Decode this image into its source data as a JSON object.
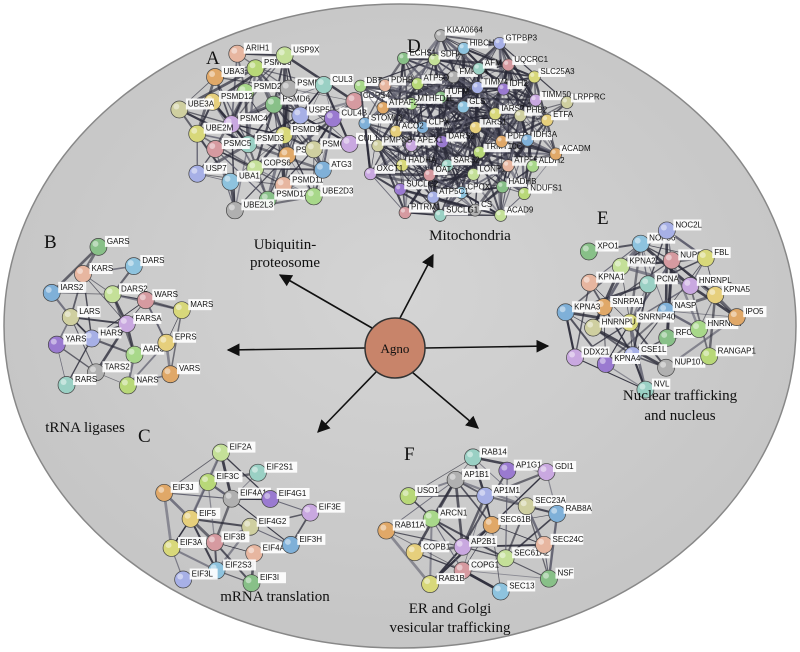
{
  "center": {
    "label": "Agno",
    "fill": "#c8846a"
  },
  "background_fill": "#c9c9c9",
  "clusters": [
    {
      "id": "A",
      "letter": "A",
      "title": [
        "Ubiquitin-",
        "proteosome"
      ],
      "nodes": [
        "PSMD9",
        "PSMD3",
        "PSMD6",
        "PSMD1",
        "PSMC4",
        "USP5",
        "COPS6",
        "PSMD2",
        "PSMC2",
        "PSMC5",
        "PSMD14",
        "PSMD11",
        "PSMD12",
        "CUL4B",
        "UBA1",
        "PSMC6",
        "ATG3",
        "UBE2M",
        "CUL3",
        "PSMD13",
        "UBA3",
        "CUL1",
        "USP7",
        "USP9X",
        "UBE2D3",
        "UBE3A",
        "COPS4",
        "UBE2L3",
        "ARIH1"
      ]
    },
    {
      "id": "B",
      "letter": "B",
      "title": [
        "tRNA ligases"
      ],
      "nodes": [
        "FARSA",
        "HARS",
        "DARS2",
        "AARS",
        "LARS",
        "WARS",
        "TARS2",
        "KARS",
        "EPRS",
        "YARS",
        "DARS",
        "NARS",
        "IARS2",
        "MARS",
        "RARS",
        "GARS",
        "VARS"
      ]
    },
    {
      "id": "C",
      "letter": "C",
      "title": [
        "mRNA translation"
      ],
      "nodes": [
        "EIF4G2",
        "EIF3B",
        "EIF4A1",
        "EIF4A3",
        "EIF5",
        "EIF4G1",
        "EIF2S3",
        "EIF3C",
        "EIF3H",
        "EIF3A",
        "EIF2S1",
        "EIF3I",
        "EIF3J",
        "EIF3E",
        "EIF3L",
        "EIF2A"
      ]
    },
    {
      "id": "D",
      "letter": "D",
      "title": [
        "Mitochondria"
      ],
      "nodes": [
        "TARS1",
        "DARS2",
        "GLS",
        "TRMT10C",
        "CLPX",
        "IARS2",
        "SARS2",
        "TUFM",
        "PDHA1",
        "APEX1",
        "TIMM44",
        "LONP1",
        "MTHFD1L",
        "PHB2",
        "OAT",
        "FMPOA",
        "ATP5B",
        "ACO2",
        "IDH2",
        "CPOX",
        "ATP5O",
        "IDH3A",
        "HADHA",
        "AFM",
        "HADHB",
        "ATPAF2",
        "TIMM50",
        "ATP5C1",
        "SDHA",
        "ALDH2",
        "PMPCB",
        "UQCRC1",
        "CS",
        "PDHB",
        "ETFA",
        "SUCLG2",
        "HIBCH",
        "NDUFS1",
        "STOML2",
        "SLC25A3",
        "SUCLG1",
        "ECHS1",
        "ACADM",
        "OXCT1",
        "GTPBP3",
        "ACAD9",
        "DBT",
        "LRPPRC",
        "PITRM1",
        "KIAA0664"
      ]
    },
    {
      "id": "E",
      "letter": "E",
      "title": [
        "Nuclear trafficking",
        "and nucleus"
      ],
      "nodes": [
        "NASP",
        "SNRNP40",
        "PCNA",
        "RFC4",
        "SNRPA1",
        "HNRNPL",
        "CSE1L",
        "KPNA2",
        "HNRNPK",
        "HNRNPU",
        "NUP93",
        "NUP107",
        "KPNA1",
        "KPNA5",
        "KPNA4",
        "NOP56",
        "RANGAP1",
        "KPNA3",
        "FBL",
        "NVL",
        "XPO1",
        "IPO5",
        "DDX21",
        "NOC2L"
      ]
    },
    {
      "id": "F",
      "letter": "F",
      "title": [
        "ER  and Golgi",
        "vesicular trafficking"
      ],
      "nodes": [
        "SEC61B",
        "AP2B1",
        "AP1M1",
        "SEC61A2",
        "ARCN1",
        "SEC23A",
        "COPG1",
        "AP1B1",
        "SEC24C",
        "COPB1",
        "AP1G1",
        "SEC13",
        "USO1",
        "RAB8A",
        "RAB1B",
        "RAB14",
        "NSF",
        "RAB11A",
        "GDI1"
      ]
    }
  ]
}
